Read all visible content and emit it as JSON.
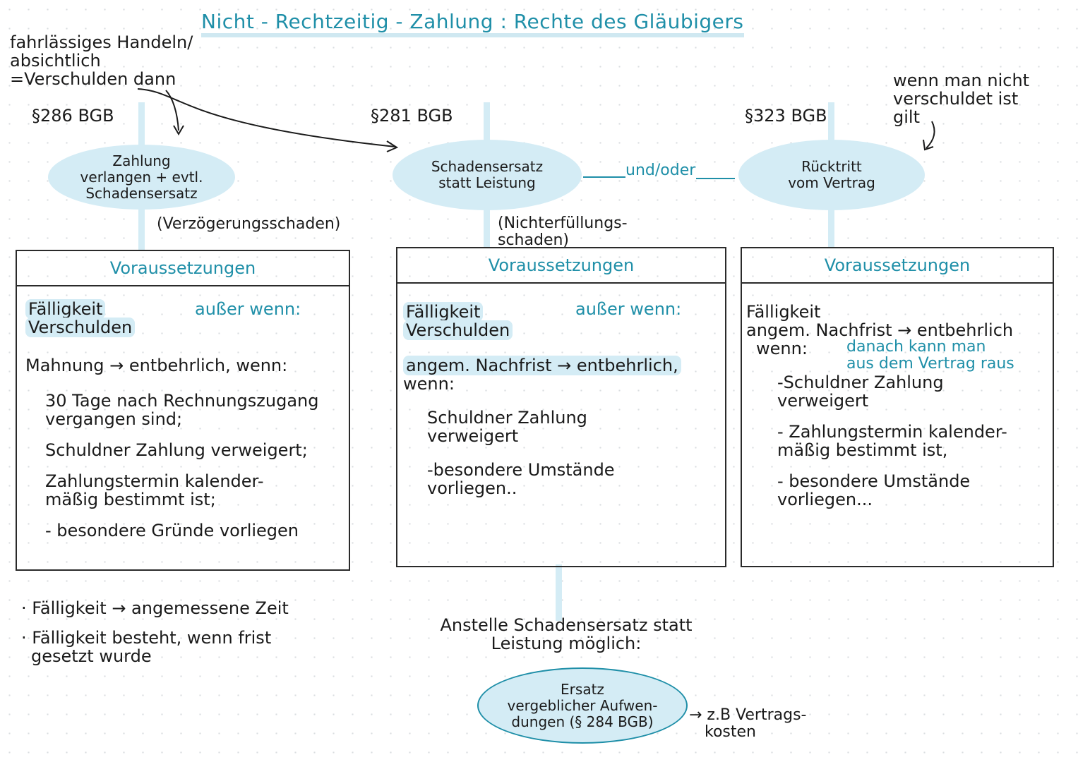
{
  "title": "Nicht - Rechtzeitig - Zahlung : Rechte des Gläubigers",
  "top_left_note": [
    "fahrlässiges Handeln/",
    "absichtlich",
    "=Verschulden dann"
  ],
  "top_right_note": [
    "wenn man nicht",
    "verschuldet ist",
    "gilt"
  ],
  "columns": [
    {
      "law": "§286 BGB",
      "oval": [
        "Zahlung",
        "verlangen + evtl.",
        "Schadensersatz"
      ],
      "damage": "(Verzögerungsschaden)",
      "box_title": "Voraussetzungen",
      "requirements": [
        "Fälligkeit",
        "Verschulden"
      ],
      "except": "außer wenn:",
      "sub_item": "Mahnung → entbehrlich, wenn:",
      "conditions": [
        "30 Tage nach Rechnungszugang",
        "vergangen sind;",
        "Schuldner Zahlung verweigert;",
        "Zahlungstermin kalender-",
        "mäßig bestimmt ist;",
        "- besondere Gründe vorliegen"
      ]
    },
    {
      "law": "§281 BGB",
      "oval": [
        "Schadensersatz",
        "statt Leistung"
      ],
      "damage": [
        "(Nichterfüllungs-",
        "schaden)"
      ],
      "box_title": "Voraussetzungen",
      "requirements": [
        "Fälligkeit",
        "Verschulden"
      ],
      "except": "außer wenn:",
      "sub_item": [
        "angem. Nachfrist → entbehrlich,",
        "wenn:"
      ],
      "conditions": [
        "Schuldner Zahlung",
        "verweigert",
        "-besondere Umstände",
        "vorliegen.."
      ]
    },
    {
      "law": "§323 BGB",
      "oval": [
        "Rücktritt",
        "vom Vertrag"
      ],
      "box_title": "Voraussetzungen",
      "requirements": [
        "Fälligkeit",
        "angem. Nachfrist → entbehrlich",
        "wenn:"
      ],
      "teal_note": [
        "danach kann man",
        "aus dem Vertrag raus"
      ],
      "conditions": [
        "-Schuldner Zahlung",
        "verweigert",
        "- Zahlungstermin kalender-",
        "mäßig bestimmt ist,",
        "- besondere Umstände",
        "vorliegen..."
      ]
    }
  ],
  "connector_label": "und/oder",
  "bottom_left": [
    "· Fälligkeit → angemessene Zeit",
    "· Fälligkeit besteht, wenn frist",
    "gesetzt wurde"
  ],
  "bottom_center": [
    "Anstelle Schadensersatz statt",
    "Leistung möglich:"
  ],
  "bottom_oval": [
    "Ersatz",
    "vergeblicher Aufwen-",
    "dungen (§ 284 BGB)"
  ],
  "bottom_right": [
    "→ z.B Vertrags-",
    "kosten"
  ],
  "colors": {
    "accent": "#1f8fa8",
    "highlight": "#d4ecf5",
    "ink": "#1a1a1a"
  }
}
